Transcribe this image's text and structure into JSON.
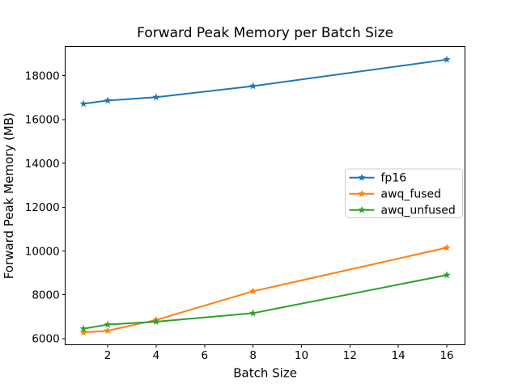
{
  "chart_data": {
    "type": "line",
    "title": "Forward Peak Memory per Batch Size",
    "xlabel": "Batch Size",
    "ylabel": "Forward Peak Memory (MB)",
    "x": [
      1,
      2,
      4,
      8,
      16
    ],
    "series": [
      {
        "name": "fp16",
        "color": "#1f77b4",
        "marker": "star",
        "values": [
          16720,
          16870,
          17020,
          17530,
          18740
        ]
      },
      {
        "name": "awq_fused",
        "color": "#ff7f0e",
        "marker": "star",
        "values": [
          6280,
          6360,
          6850,
          8160,
          10150
        ]
      },
      {
        "name": "awq_unfused",
        "color": "#2ca02c",
        "marker": "star",
        "values": [
          6450,
          6640,
          6770,
          7160,
          8900
        ]
      }
    ],
    "x_ticks": [
      2,
      4,
      6,
      8,
      10,
      12,
      14,
      16
    ],
    "y_ticks": [
      6000,
      8000,
      10000,
      12000,
      14000,
      16000,
      18000
    ],
    "xlim": [
      0.25,
      16.75
    ],
    "ylim": [
      5710,
      19330
    ],
    "legend_position": "center right",
    "legend_entries": [
      "fp16",
      "awq_fused",
      "awq_unfused"
    ],
    "grid": false
  },
  "colors": {
    "background": "#ffffff",
    "axes": "#000000",
    "legend_border": "#cccccc",
    "series_blue": "#1f77b4",
    "series_orange": "#ff7f0e",
    "series_green": "#2ca02c"
  }
}
